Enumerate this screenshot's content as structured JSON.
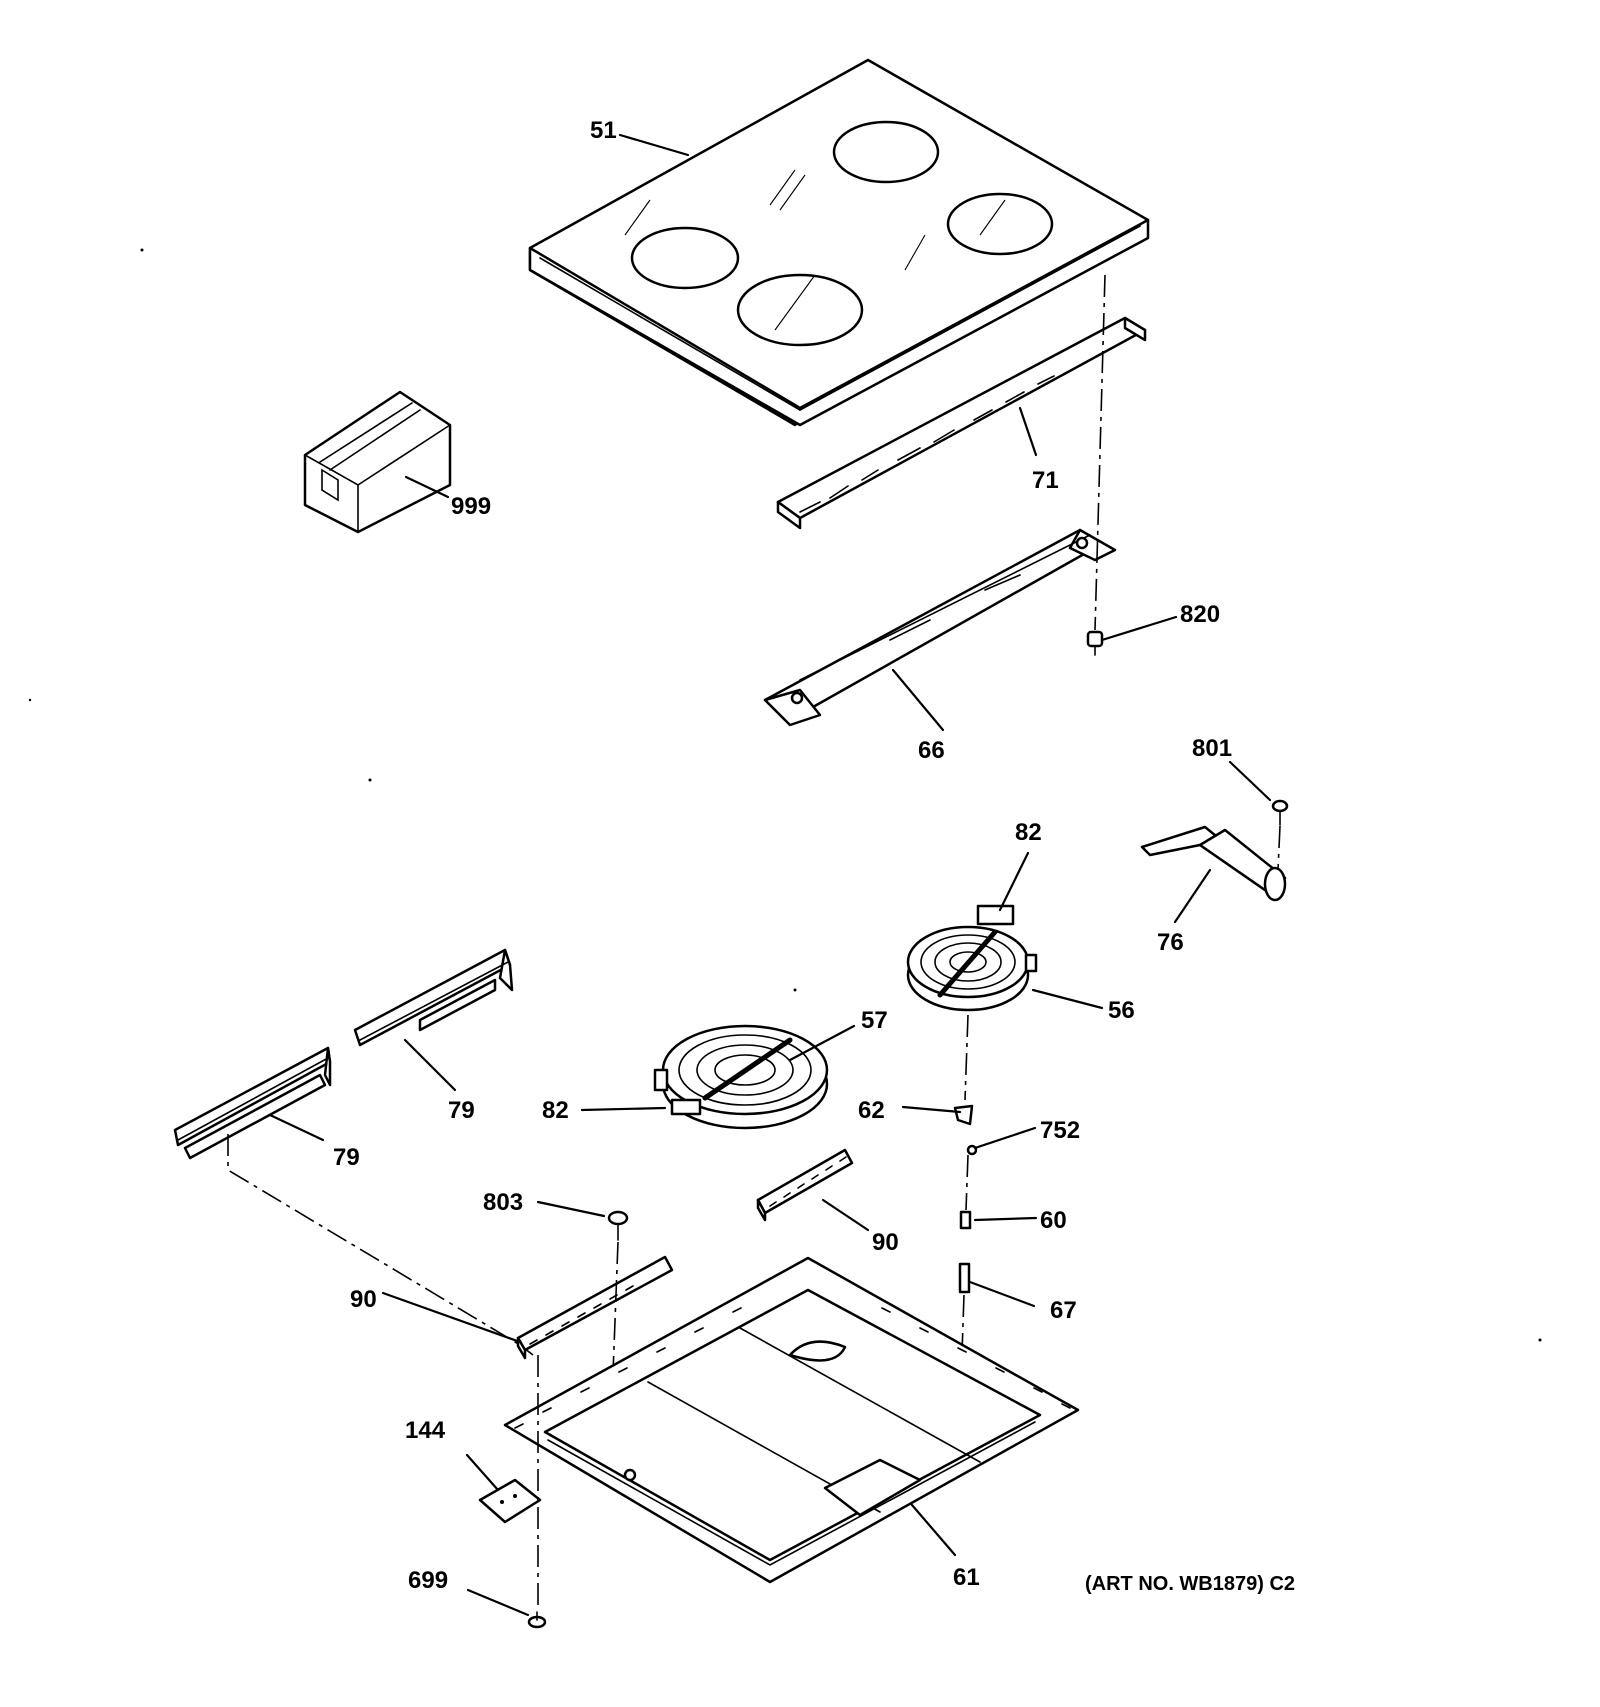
{
  "callouts": {
    "c51": "51",
    "c999": "999",
    "c71": "71",
    "c820": "820",
    "c66": "66",
    "c801": "801",
    "c82_top": "82",
    "c76": "76",
    "c56": "56",
    "c57": "57",
    "c79_upper": "79",
    "c79_lower": "79",
    "c82_left": "82",
    "c62": "62",
    "c752": "752",
    "c803": "803",
    "c90_mid": "90",
    "c60": "60",
    "c90_left": "90",
    "c67": "67",
    "c144": "144",
    "c61": "61",
    "c699": "699"
  },
  "art_number": "(ART NO. WB1879) C2"
}
